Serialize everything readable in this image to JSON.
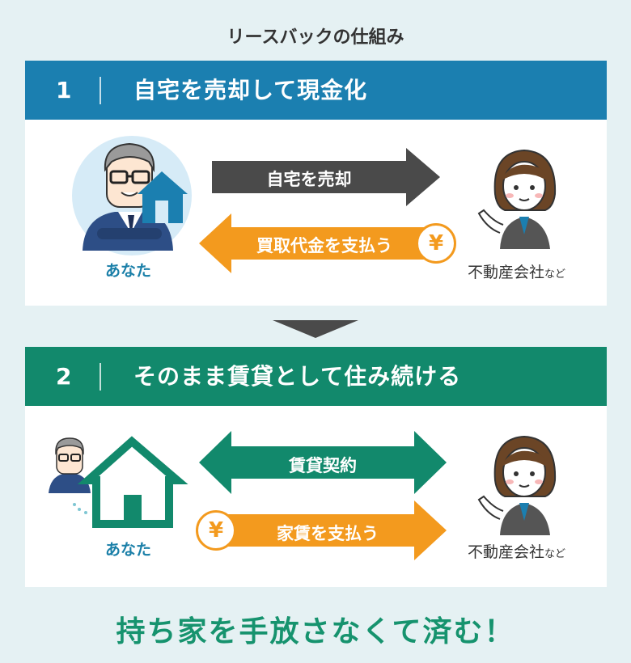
{
  "title": "リースバックの仕組み",
  "colors": {
    "blue": "#1b7fb0",
    "green": "#12896c",
    "dark_arrow": "#4a4a4a",
    "orange": "#f39a1e"
  },
  "steps": [
    {
      "number": "1",
      "heading": "自宅を売却して現金化",
      "left_label": "あなた",
      "right_label_main": "不動産会社",
      "right_label_suffix": "など",
      "arrow_top": "自宅を売却",
      "arrow_bottom": "買取代金を支払う",
      "yen": "¥"
    },
    {
      "number": "2",
      "heading": "そのまま賃貸として住み続ける",
      "left_label": "あなた",
      "right_label_main": "不動産会社",
      "right_label_suffix": "など",
      "arrow_top": "賃貸契約",
      "arrow_bottom": "家賃を支払う",
      "yen": "¥"
    }
  ],
  "conclusion": "持ち家を手放さなくて済む！"
}
